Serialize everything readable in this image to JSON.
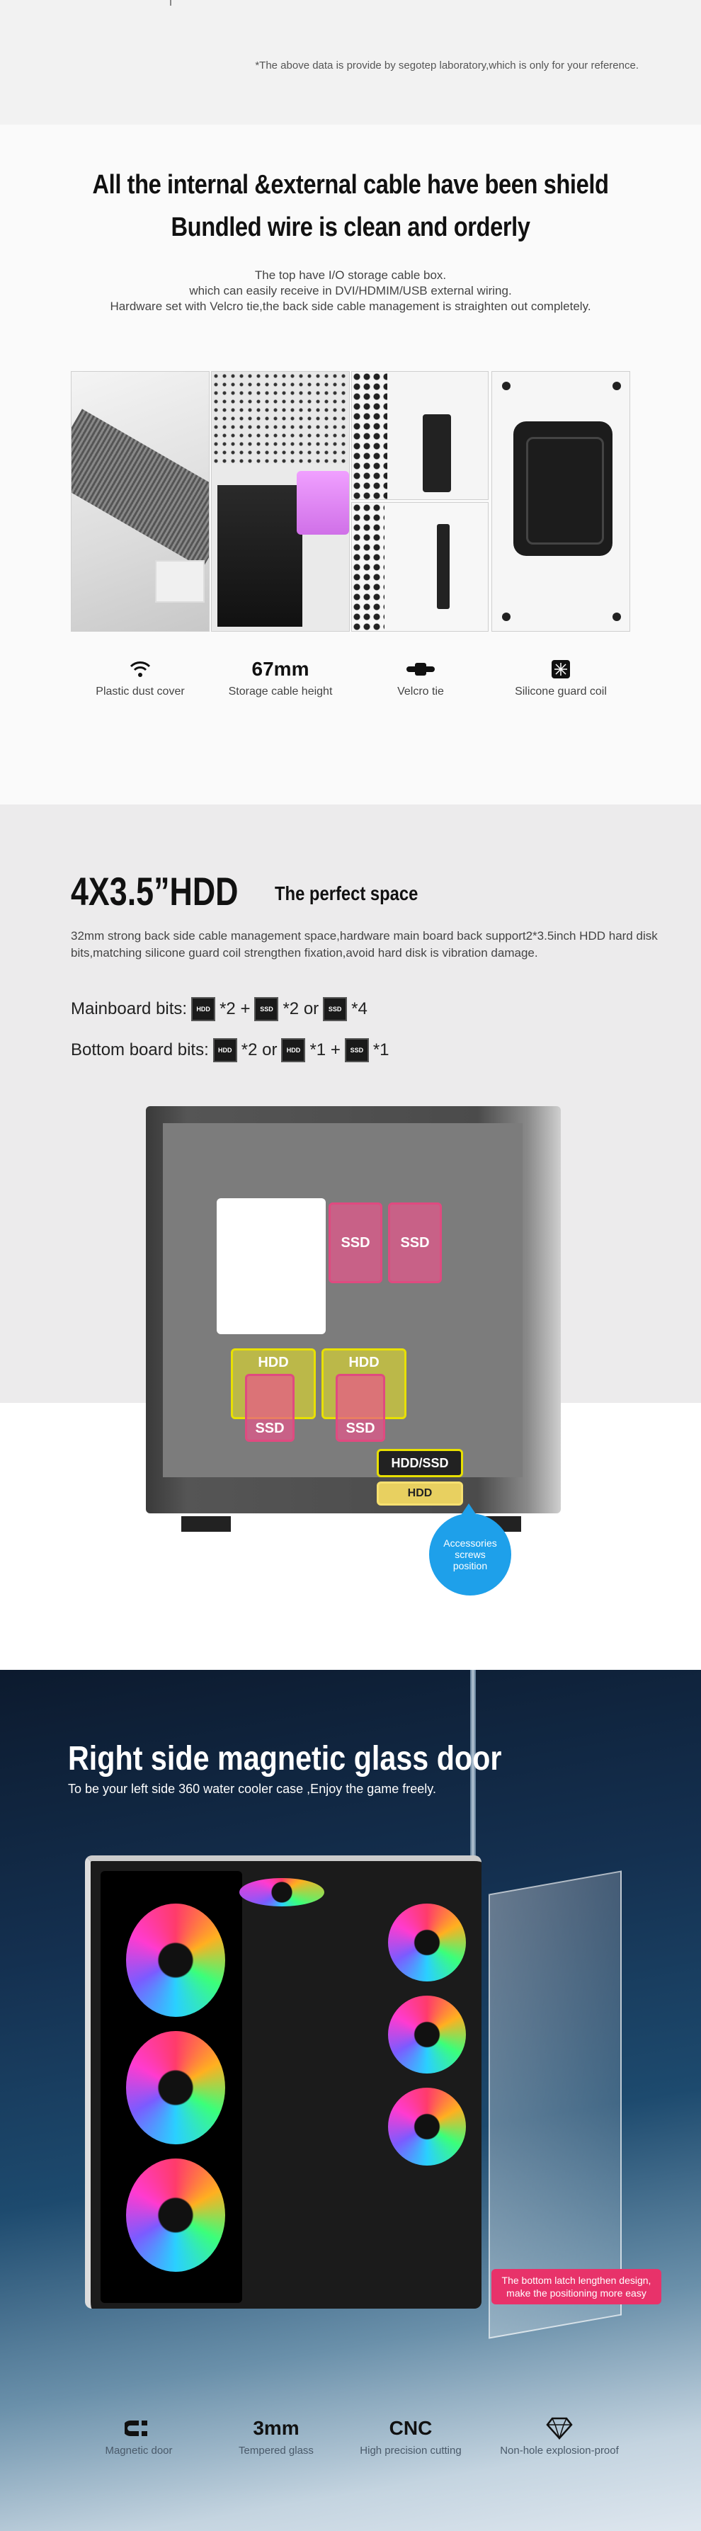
{
  "disclaimer": "*The above data is provide by segotep laboratory,which is only for your reference.",
  "cables": {
    "title_line1": "All the internal &external cable have been shield",
    "title_line2": "Bundled wire is clean and orderly",
    "desc_line1": "The top have  I/O storage cable box.",
    "desc_line2": "which can easily receive in DVI/HDMIM/USB external wiring.",
    "desc_line3": "Hardware set with Velcro tie,the back side cable management is straighten out completely.",
    "features": [
      {
        "icon": "wifi-icon",
        "glyph": "",
        "big": "",
        "label": "Plastic dust cover"
      },
      {
        "icon": "",
        "glyph": "",
        "big": "67mm",
        "label": "Storage cable height"
      },
      {
        "icon": "velcro-tie-icon",
        "glyph": "",
        "big": "",
        "label": "Velcro tie"
      },
      {
        "icon": "silicone-coil-icon",
        "glyph": "",
        "big": "",
        "label": "Silicone guard coil"
      }
    ]
  },
  "hdd": {
    "title": "4X3.5”HDD",
    "subtitle": "The perfect space",
    "desc": "32mm strong back side cable management space,hardware main board back support2*3.5inch HDD hard disk bits,matching silicone guard coil strengthen fixation,avoid hard disk is vibration damage.",
    "mainboard_label": "Mainboard bits:",
    "mainboard_parts": [
      "HDD",
      "*2 +",
      "SSD",
      "*2 or",
      "SSD",
      "*4"
    ],
    "bottom_label": "Bottom board bits:",
    "bottom_parts": [
      "HDD",
      "*2 or",
      "HDD",
      "*1 +",
      "SSD",
      "*1"
    ],
    "slots": {
      "ssd_a": "SSD",
      "ssd_b": "SSD",
      "hdd_a": "HDD",
      "hdd_b": "HDD",
      "ssd_c": "SSD",
      "ssd_d": "SSD",
      "hdd_ssd": "HDD/SSD",
      "hdd_bottom": "HDD"
    },
    "bubble": "Accessories screws position"
  },
  "glassdoor": {
    "title": "Right side magnetic glass door",
    "subtitle": "To be your left side 360 water cooler case ,Enjoy the game freely.",
    "note": "The bottom latch lengthen design, make the positioning more easy",
    "features": [
      {
        "icon": "magnet-icon",
        "big": "",
        "label": "Magnetic door"
      },
      {
        "icon": "",
        "big": "3mm",
        "label": "Tempered glass"
      },
      {
        "icon": "",
        "big": "CNC",
        "label": "High precision cutting"
      },
      {
        "icon": "diamond-icon",
        "big": "",
        "label": "Non-hole explosion-proof"
      }
    ]
  },
  "colors": {
    "ssd": "#e04a80",
    "hdd": "#e8e000",
    "bubble": "#1ea0ea",
    "note": "#e8326a"
  }
}
